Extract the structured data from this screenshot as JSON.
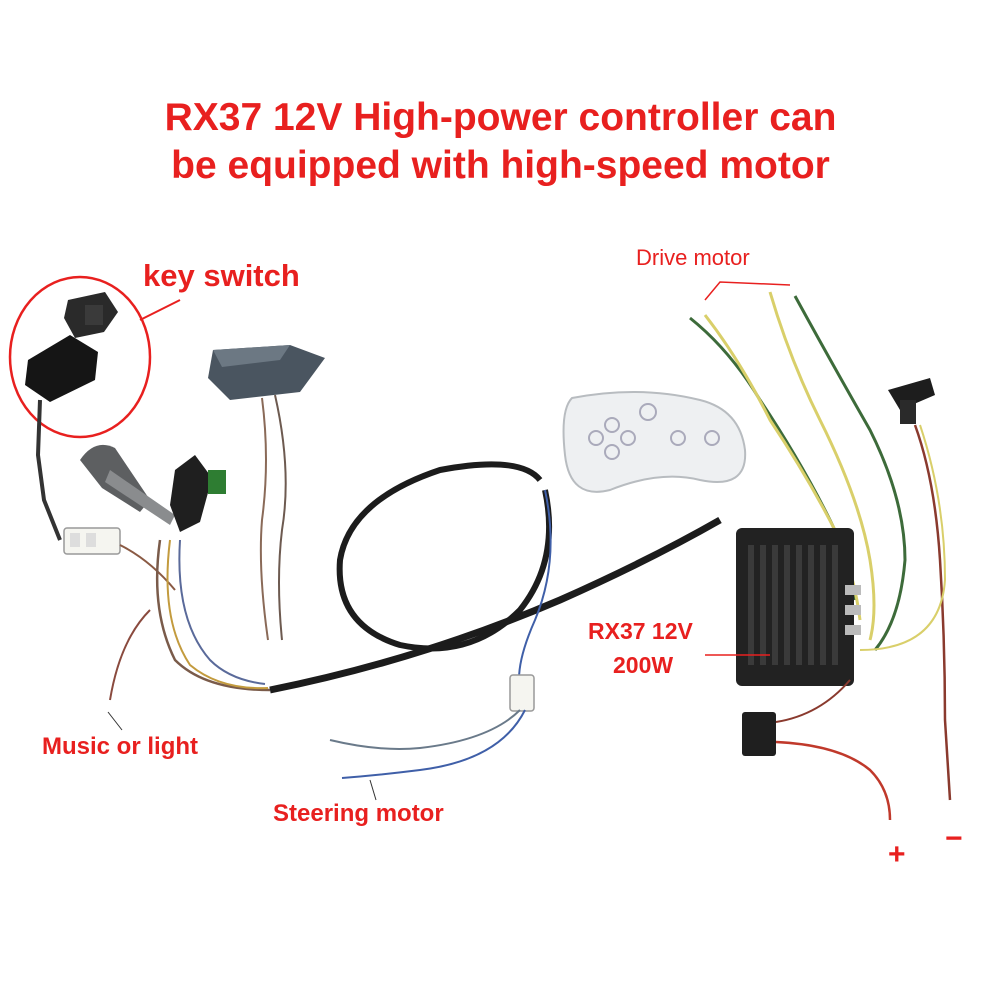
{
  "title": {
    "line1": "RX37 12V High-power controller can",
    "line2": "be equipped with high-speed motor"
  },
  "labels": {
    "key_switch": "key switch",
    "drive_motor": "Drive motor",
    "controller_model": "RX37 12V",
    "controller_power": "200W",
    "music_or_light": "Music or light",
    "steering_motor": "Steering motor",
    "positive": "+",
    "negative": "−"
  },
  "colors": {
    "label_red": "#e8201f",
    "cable_black": "#1c1c1c",
    "wire_yellow": "#d9cf6a",
    "wire_green": "#3d6b3a",
    "wire_red": "#c0392b"
  }
}
